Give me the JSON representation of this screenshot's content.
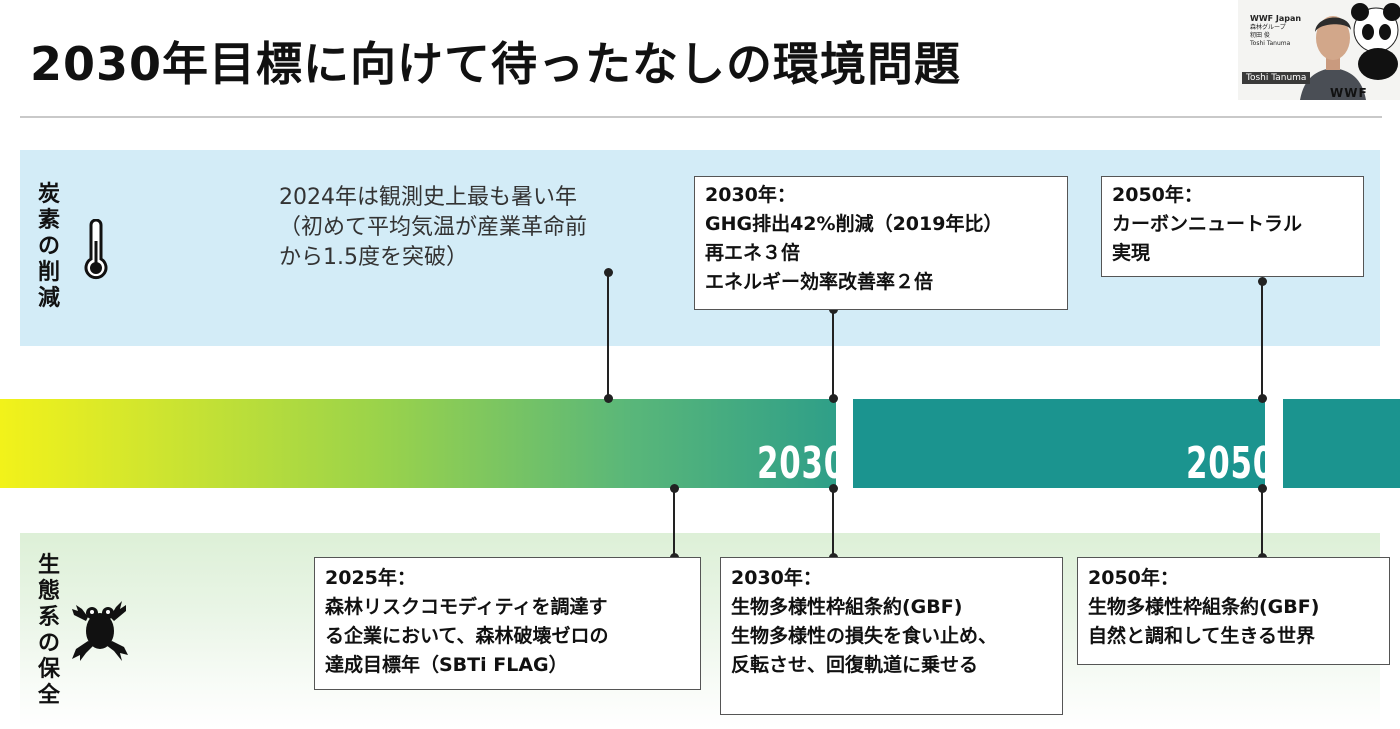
{
  "slide": {
    "title": "2030年目標に向けて待ったなしの環境問題",
    "categories": {
      "carbon": [
        "炭",
        "素",
        "の",
        "削",
        "減"
      ],
      "biodiversity": [
        "生",
        "態",
        "系",
        "の",
        "保",
        "全"
      ]
    },
    "timeline": {
      "year_2030": "2030",
      "year_2050": "2050"
    },
    "carbon_notes": {
      "note_2024": [
        "2024年は観測史上最も暑い年",
        "（初めて平均気温が産業革命前",
        "から1.5度を突破）"
      ],
      "box_2030": [
        "2030年：",
        "GHG排出42%削減（2019年比）",
        "再エネ３倍",
        "エネルギー効率改善率２倍"
      ],
      "box_2050": [
        "2050年：",
        "カーボンニュートラル",
        "実現"
      ]
    },
    "biodiversity_notes": {
      "box_2025": [
        "2025年：",
        "森林リスクコモディティを調達す",
        "る企業において、森林破壊ゼロの",
        "達成目標年（SBTi FLAG）"
      ],
      "box_2030": [
        "2030年：",
        "生物多様性枠組条約(GBF)",
        "生物多様性の損失を食い止め、",
        "反転させ、回復軌道に乗せる"
      ],
      "box_2050": [
        "2050年：",
        "生物多様性枠組条約(GBF)",
        "自然と調和して生きる世界"
      ]
    },
    "icons": {
      "carbon": "thermometer-icon",
      "biodiversity": "frog-icon"
    },
    "colors": {
      "carbon_band": "#d3ecf7",
      "bio_band": "#ddf0d7",
      "timeline_start": "#f2f21a",
      "timeline_end": "#1b948f"
    }
  },
  "webcam": {
    "org": "WWF Japan",
    "dept": "森林グループ",
    "name_jp": "籾田 俊",
    "name_en_small": "Toshi Tanuma",
    "name_tag": "Toshi Tanuma",
    "logo": "WWF"
  }
}
